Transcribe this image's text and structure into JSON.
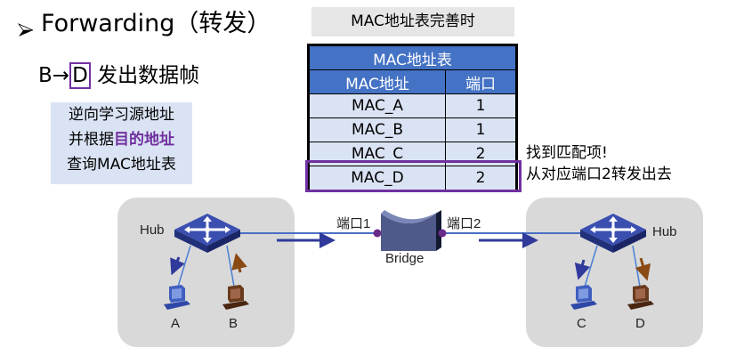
{
  "heading": {
    "bullet_icon": "arrowhead-bullet",
    "text": "Forwarding（转发）"
  },
  "subtitle": {
    "source": "B",
    "arrow": "→",
    "destination": "D",
    "action": "发出数据帧"
  },
  "note": {
    "line1": "逆向学习源地址",
    "line2_prefix": "并根据",
    "line2_highlight": "目的地址",
    "line3": "查询MAC地址表"
  },
  "table": {
    "caption": "MAC地址表完善时",
    "title": "MAC地址表",
    "columns": [
      "MAC地址",
      "端口"
    ],
    "rows": [
      {
        "mac": "MAC_A",
        "port": "1"
      },
      {
        "mac": "MAC_B",
        "port": "1"
      },
      {
        "mac": "MAC_C",
        "port": "2"
      },
      {
        "mac": "MAC_D",
        "port": "2"
      }
    ],
    "matched_row": "MAC_D"
  },
  "match_note": {
    "line1": "找到匹配项!",
    "line2": "从对应端口2转发出去"
  },
  "topology": {
    "left_hub_label": "Hub",
    "right_hub_label": "Hub",
    "bridge_label": "Bridge",
    "port1_label": "端口1",
    "port2_label": "端口2",
    "hosts": [
      "A",
      "B",
      "C",
      "D"
    ]
  },
  "colors": {
    "accent_purple": "#7030a0",
    "table_header": "#4472c4",
    "table_cell": "#dae3f3",
    "hub_blue": "#2e3f9a",
    "arrow_blue": "#2f3a9a",
    "arrow_brown": "#8a4a14",
    "lan_bg": "#d9d9d9"
  }
}
